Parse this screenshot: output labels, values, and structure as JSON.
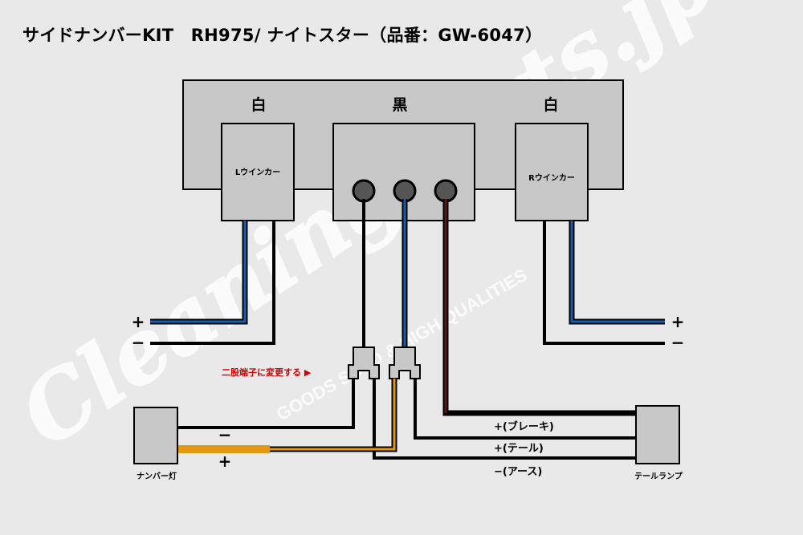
{
  "title": "サイドナンバーKIT　RH975/ ナイトスター（品番：GW-6047）",
  "watermark": {
    "script": "CleaningParts.jp",
    "tagline": "GOODS SOLD & HIGH QUALITIES"
  },
  "connector": {
    "labels": {
      "left": "白",
      "center": "黒",
      "right": "白"
    },
    "l_winker": "Lウインカー",
    "r_winker": "Rウインカー"
  },
  "wire_signs": {
    "left_plus": "+",
    "left_minus": "−",
    "right_plus": "+",
    "right_minus": "−",
    "number_minus": "−",
    "number_plus": "+"
  },
  "annotation": "二股端子に変更する ▶",
  "wire_labels": {
    "brake": "+(ブレーキ)",
    "tail": "+(テール)",
    "earth": "−(アース)"
  },
  "components": {
    "number_light": "ナンバー灯",
    "tail_lamp": "テールランプ"
  },
  "colors": {
    "background": "#e9e9e9",
    "housing": "#c8c8c8",
    "black_wire": "#000000",
    "blue_wire": "#1b5fa6",
    "brown_wire": "#5a1a10",
    "orange_wire": "#e39a12",
    "annotation_red": "#d40000",
    "watermark": "#ffffff"
  }
}
